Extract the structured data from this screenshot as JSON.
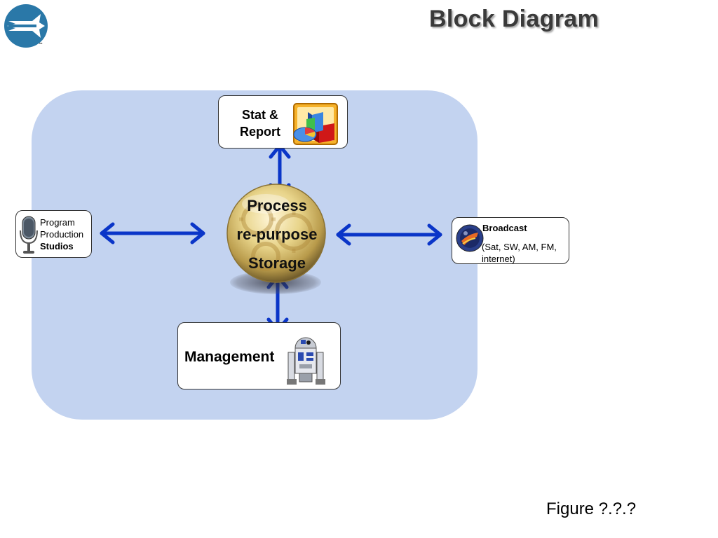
{
  "header": {
    "title": "Block Diagram",
    "logo_icon": "airplane-logo-icon",
    "trademark": "™"
  },
  "colors": {
    "panel": "#c3d3f0",
    "arrow": "#0a35c8",
    "logo": "#2a78a8"
  },
  "diagram": {
    "stat_report": {
      "line1": "Stat &",
      "line2": "Report",
      "icon": "chart-icon"
    },
    "center": {
      "line1": "Process",
      "line2": "re-purpose",
      "line3": "Storage",
      "icon": "gear-sphere-icon"
    },
    "program": {
      "line1": "Program",
      "line2": "Production",
      "line3": "Studios",
      "icon": "microphone-icon"
    },
    "broadcast": {
      "title": "Broadcast",
      "subtitle": "(Sat, SW, AM, FM, internet)",
      "icon": "globe-icon"
    },
    "management": {
      "label": "Management",
      "icon": "robot-icon"
    }
  },
  "footer": {
    "figure_label": "Figure ?.?.?"
  }
}
